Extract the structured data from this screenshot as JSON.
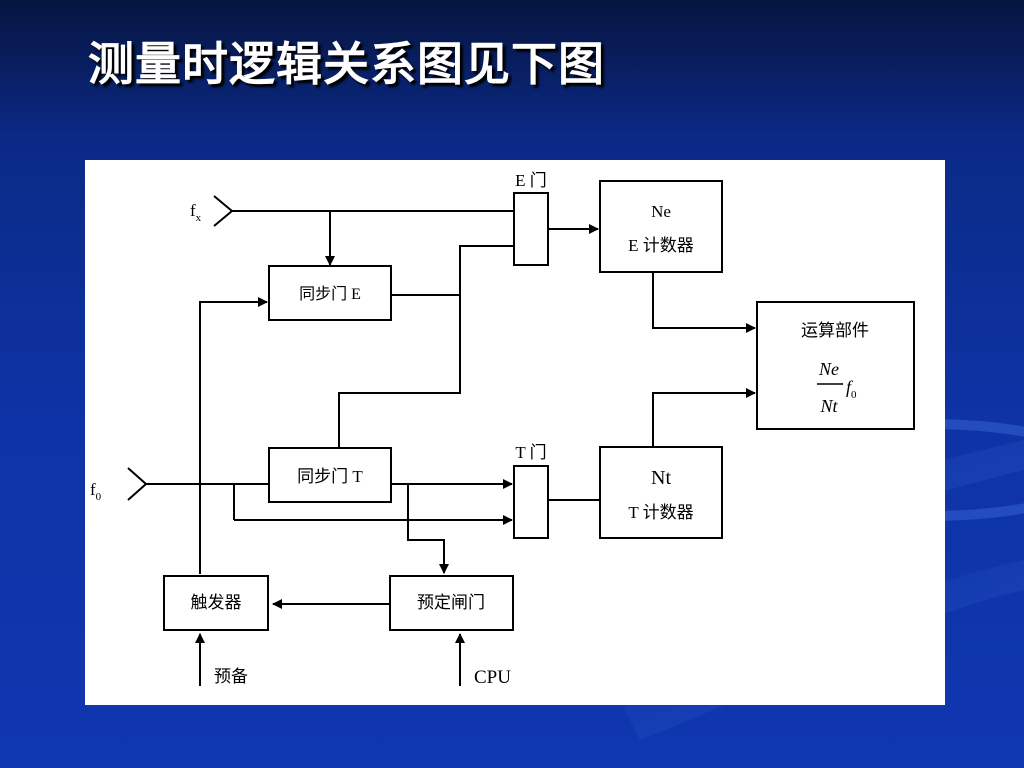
{
  "title": "测量时逻辑关系图见下图",
  "inputs": {
    "fx_base": "f",
    "fx_sub": "x",
    "f0_base": "f",
    "f0_sub": "0",
    "prepare": "预备",
    "cpu": "CPU"
  },
  "gates": {
    "e_gate": "E 门",
    "t_gate": "T 门"
  },
  "blocks": {
    "sync_e": "同步门 E",
    "sync_t": "同步门 T",
    "trigger": "触发器",
    "preset_gate": "预定闸门",
    "ne": "Ne",
    "e_counter": "E 计数器",
    "nt": "Nt",
    "t_counter": "T 计数器",
    "compute": "运算部件"
  },
  "formula": {
    "numerator": "Ne",
    "denominator": "Nt",
    "dot": "·",
    "f_base": "f",
    "f_sub": "0"
  },
  "colors": {
    "wire": "#000000",
    "box_fill": "#ffffff",
    "title": "#ffffff"
  }
}
